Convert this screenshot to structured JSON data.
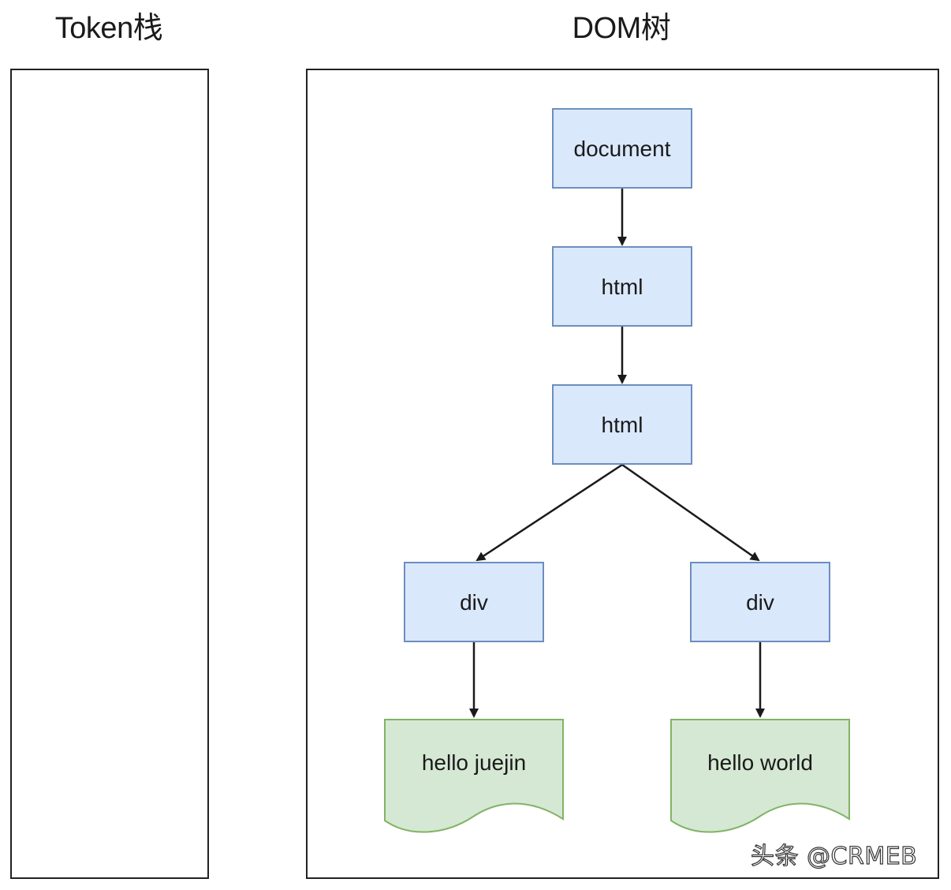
{
  "headings": {
    "token": "Token栈",
    "dom": "DOM树"
  },
  "nodes": {
    "document": "document",
    "html_1": "html",
    "html_2": "html",
    "div_left": "div",
    "div_right": "div",
    "text_left": "hello juejin",
    "text_right": "hello world"
  },
  "watermark": "头条 @CRMEB",
  "colors": {
    "element_fill": "#dae8fc",
    "element_stroke": "#6c8ebf",
    "text_fill": "#d5e8d4",
    "text_stroke": "#82b366"
  }
}
